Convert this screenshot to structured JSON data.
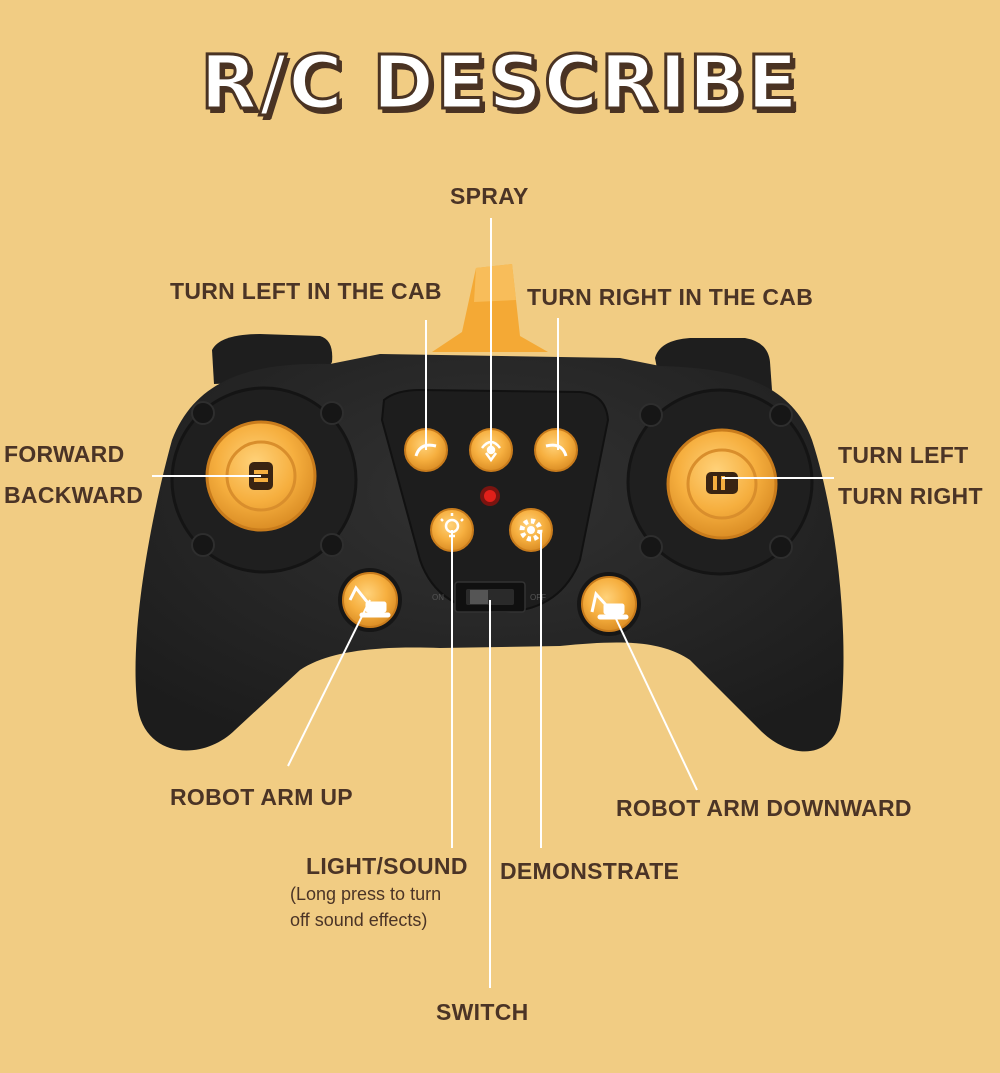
{
  "title": "R/C DESCRIBE",
  "labels": {
    "spray": "SPRAY",
    "turn_left_cab": "TURN LEFT IN THE CAB",
    "turn_right_cab": "TURN RIGHT IN THE CAB",
    "forward": "FORWARD",
    "backward": "BACKWARD",
    "turn_left": "TURN LEFT",
    "turn_right": "TURN RIGHT",
    "robot_arm_up": "ROBOT ARM UP",
    "robot_arm_downward": "ROBOT ARM DOWNWARD",
    "light_sound": "LIGHT/SOUND",
    "light_sound_note_1": "(Long press to turn",
    "light_sound_note_2": "off sound effects)",
    "demonstrate": "DEMONSTRATE",
    "switch": "SWITCH"
  },
  "switch_marks": {
    "on": "ON",
    "off": "OFF"
  },
  "colors": {
    "background": "#F1CC83",
    "controller": "#262626",
    "button_orange": "#F2A93B",
    "text": "#4B3426",
    "leader_line": "#FFFFFF",
    "led": "#E0201A"
  },
  "icons": [
    "rotate-left-icon",
    "spray-icon",
    "rotate-right-icon",
    "light-bulb-icon",
    "gear-icon",
    "excavator-arm-up-icon",
    "excavator-arm-down-icon"
  ]
}
